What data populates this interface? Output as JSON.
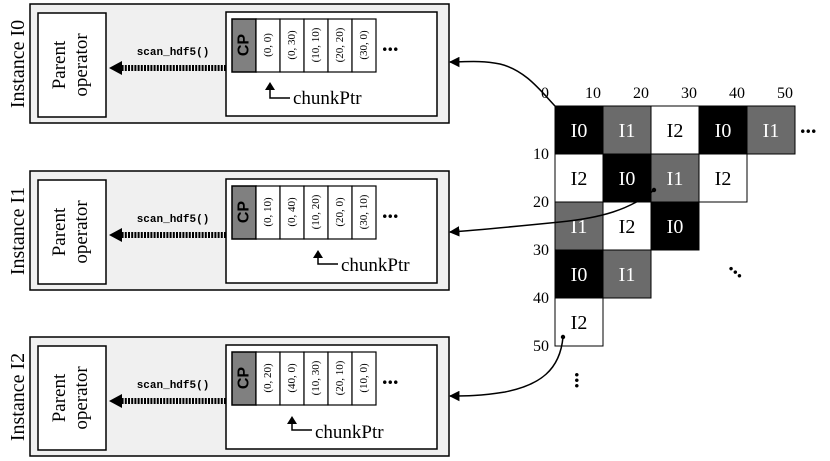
{
  "colors": {
    "panel_bg": "#f0f0f0",
    "line": "#000000",
    "cell_I0": "#000000",
    "cell_I1": "#6b6b6b",
    "cell_I2": "#ffffff",
    "cp_fill": "#808080"
  },
  "instances": [
    {
      "label": "Instance I0",
      "operator_line1": "Parent",
      "operator_line2": "operator",
      "call_label": "scan_hdf5()",
      "cp_label": "CP",
      "cells": [
        "(0, 0)",
        "(0, 30)",
        "(10, 10)",
        "(20, 20)",
        "(30, 0)"
      ],
      "ellipsis": "...",
      "pointer_label": "chunkPtr"
    },
    {
      "label": "Instance I1",
      "operator_line1": "Parent",
      "operator_line2": "operator",
      "call_label": "scan_hdf5()",
      "cp_label": "CP",
      "cells": [
        "(0, 10)",
        "(0, 40)",
        "(10, 20)",
        "(20, 0)",
        "(30, 10)"
      ],
      "ellipsis": "...",
      "pointer_label": "chunkPtr"
    },
    {
      "label": "Instance I2",
      "operator_line1": "Parent",
      "operator_line2": "operator",
      "call_label": "scan_hdf5()",
      "cp_label": "CP",
      "cells": [
        "(0, 20)",
        "(40, 0)",
        "(10, 30)",
        "(20, 10)",
        "(10, 0)"
      ],
      "ellipsis": "...",
      "pointer_label": "chunkPtr"
    }
  ],
  "grid": {
    "col_ticks": [
      "0",
      "10",
      "20",
      "30",
      "40",
      "50"
    ],
    "row_ticks": [
      "10",
      "20",
      "30",
      "40",
      "50"
    ],
    "rows": [
      [
        "I0",
        "I1",
        "I2",
        "I0",
        "I1"
      ],
      [
        "I2",
        "I0",
        "I1",
        "I2"
      ],
      [
        "I1",
        "I2",
        "I0"
      ],
      [
        "I0",
        "I1"
      ],
      [
        "I2"
      ]
    ],
    "row_ellipsis": "...",
    "diag_ellipsis": "...",
    "col_ellipsis": "..."
  }
}
